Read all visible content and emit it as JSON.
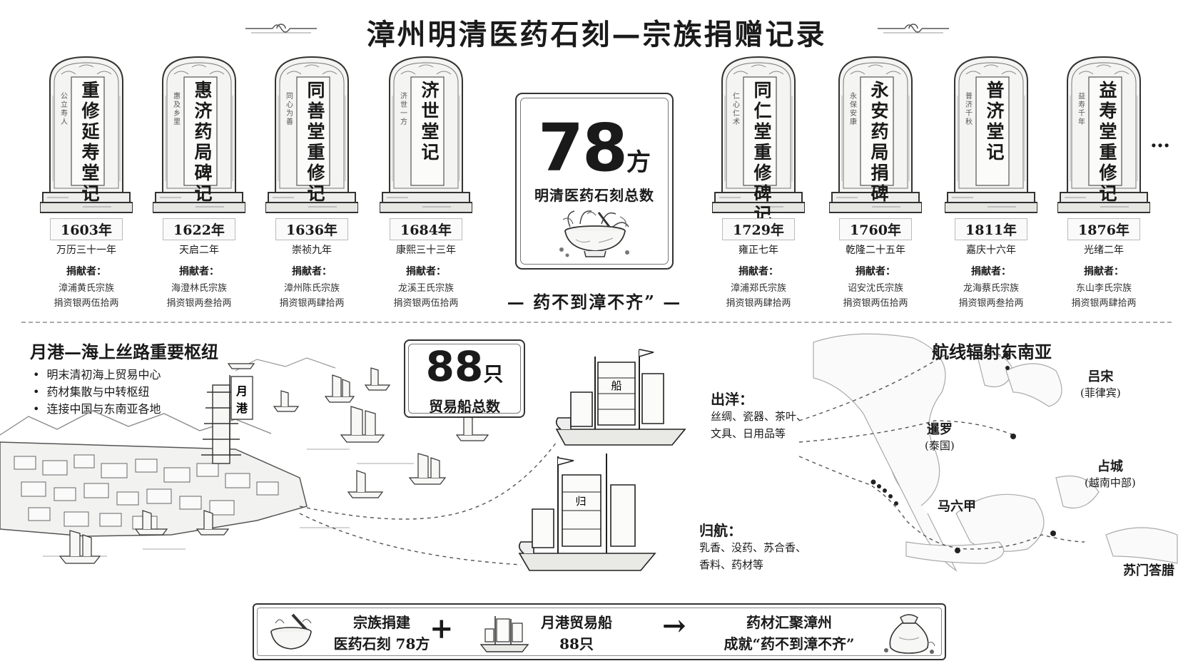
{
  "title": "漳州明清医药石刻—宗族捐赠记录",
  "tablets": [
    {
      "name": "重修延寿堂记",
      "side": "公立寿人",
      "year": "1603年",
      "era": "万历三十一年",
      "donor_label": "捐献者：",
      "donor": "漳浦黄氏宗族",
      "amount": "捐资银两伍拾两"
    },
    {
      "name": "惠济药局碑记",
      "side": "惠及乡里",
      "year": "1622年",
      "era": "天启二年",
      "donor_label": "捐献者：",
      "donor": "海澄林氏宗族",
      "amount": "捐资银两叁拾两"
    },
    {
      "name": "同善堂重修记",
      "side": "同心为善",
      "year": "1636年",
      "era": "崇祯九年",
      "donor_label": "捐献者：",
      "donor": "漳州陈氏宗族",
      "amount": "捐资银两肆拾两"
    },
    {
      "name": "济世堂记",
      "side": "济世一方",
      "year": "1684年",
      "era": "康熙三十三年",
      "donor_label": "捐献者：",
      "donor": "龙溪王氏宗族",
      "amount": "捐资银两伍拾两"
    },
    {
      "name": "同仁堂重修碑记",
      "side": "仁心仁术",
      "year": "1729年",
      "era": "雍正七年",
      "donor_label": "捐献者：",
      "donor": "漳浦郑氏宗族",
      "amount": "捐资银两肆拾两"
    },
    {
      "name": "永安药局捐碑",
      "side": "永保安康",
      "year": "1760年",
      "era": "乾隆二十五年",
      "donor_label": "捐献者：",
      "donor": "诏安沈氏宗族",
      "amount": "捐资银两伍拾两"
    },
    {
      "name": "普济堂记",
      "side": "普济千秋",
      "year": "1811年",
      "era": "嘉庆十六年",
      "donor_label": "捐献者：",
      "donor": "龙海蔡氏宗族",
      "amount": "捐资银两叁拾两"
    },
    {
      "name": "益寿堂重修记",
      "side": "益寿千年",
      "year": "1876年",
      "era": "光绪二年",
      "donor_label": "捐献者：",
      "donor": "东山李氏宗族",
      "amount": "捐资银两肆拾两"
    }
  ],
  "ellipsis": "…",
  "center": {
    "count": "78",
    "unit": "方",
    "label": "明清医药石刻总数"
  },
  "quote": "— 药不到漳不齐” —",
  "yuegang": {
    "title": "月港—海上丝路重要枢纽",
    "points": [
      "明末清初海上贸易中心",
      "药材集散与中转枢纽",
      "连接中国与东南亚各地"
    ],
    "flag_text": "月港"
  },
  "ships": {
    "count": "88",
    "unit": "只",
    "label": "贸易船总数"
  },
  "outbound": {
    "title": "出洋：",
    "goods": "丝绸、瓷器、茶叶、文具、日用品等"
  },
  "inbound": {
    "title": "归航：",
    "goods": "乳香、没药、苏合香、香料、药材等"
  },
  "routes": {
    "title": "航线辐射东南亚",
    "places": [
      {
        "name": "吕宋",
        "sub": "(菲律宾)"
      },
      {
        "name": "暹罗",
        "sub": "(泰国)"
      },
      {
        "name": "占城",
        "sub": "(越南中部)"
      },
      {
        "name": "马六甲",
        "sub": ""
      },
      {
        "name": "苏门答腊",
        "sub": ""
      }
    ]
  },
  "summary": {
    "part1_line1": "宗族捐建",
    "part1_line2": "医药石刻 78方",
    "plus": "+",
    "part2_line1": "月港贸易船",
    "part2_line2": "88只",
    "arrow": "→",
    "part3_line1": "药材汇聚漳州",
    "part3_line2": "成就“药不到漳不齐”"
  }
}
